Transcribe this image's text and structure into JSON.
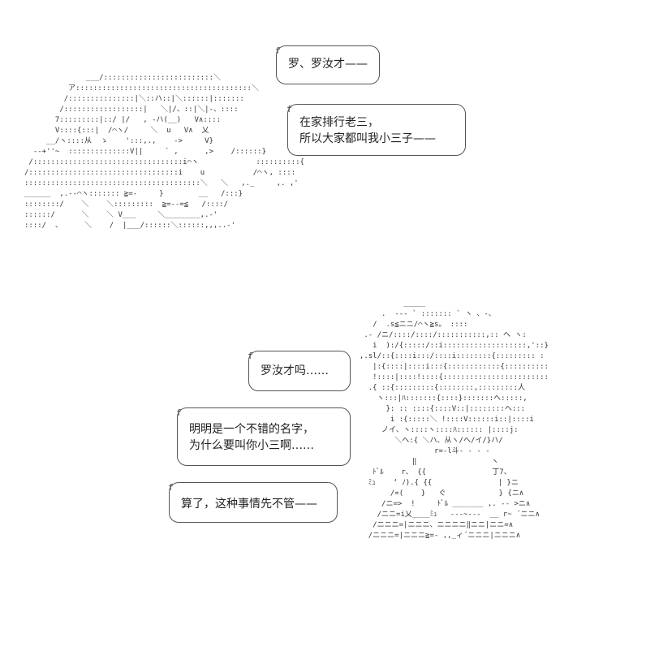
{
  "scene_top": {
    "bubble_1": {
      "lines": [
        "罗、罗汝才——"
      ]
    },
    "bubble_2": {
      "lines": [
        "在家排行老三，",
        "所以大家都叫我小三子——"
      ]
    }
  },
  "scene_bottom": {
    "bubble_3": {
      "lines": [
        "罗汝才吗……"
      ]
    },
    "bubble_4": {
      "lines": [
        "明明是一个不错的名字，",
        "为什么要叫你小三啊……"
      ]
    },
    "bubble_5": {
      "lines": [
        "算了，这种事情先不管——"
      ]
    }
  }
}
